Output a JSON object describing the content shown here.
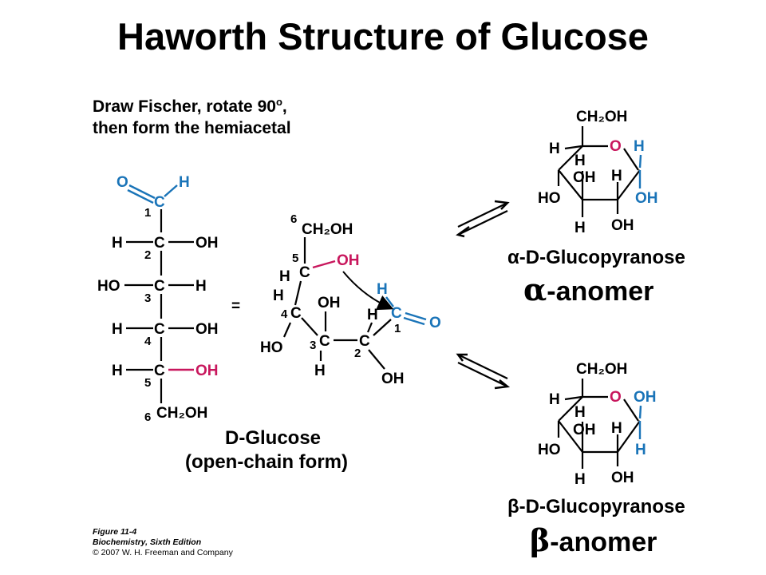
{
  "title": "Haworth Structure of Glucose",
  "instruction": {
    "line1_pre": "Draw Fischer, rotate 90",
    "line1_sup": "o",
    "line1_post": ",",
    "line2": "then form the hemiacetal"
  },
  "fischer": {
    "c1_top_o": "O",
    "c1_h": "H",
    "c1": "C",
    "rows": [
      {
        "num": "2",
        "left": "H",
        "right": "OH"
      },
      {
        "num": "3",
        "left": "HO",
        "right": "H"
      },
      {
        "num": "4",
        "left": "H",
        "right": "OH"
      },
      {
        "num": "5",
        "left": "H",
        "right": "OH"
      }
    ],
    "c6": "CH₂OH",
    "c1_num": "1",
    "c6_num": "6",
    "caption1": "D-Glucose",
    "caption2": "(open-chain form)"
  },
  "equals": "=",
  "ring_open": {
    "c6": "6",
    "ch2oh": "CH₂OH",
    "c5num": "5",
    "c5h": "H",
    "c5oh": "OH",
    "c4h": "H",
    "c4num": "4",
    "c4oh": "HO",
    "c3oh": "OH",
    "c3num": "3",
    "c3h": "H",
    "c2h": "H",
    "c2num": "2",
    "c2oh": "OH",
    "c1h": "H",
    "c1num": "1",
    "c1o": "O",
    "c": "C"
  },
  "alpha": {
    "ch2oh": "CH₂OH",
    "o": "O",
    "h_anomeric": "H",
    "oh_anomeric": "OH",
    "h1": "H",
    "h2": "H",
    "oh3": "OH",
    "h4": "H",
    "ho": "HO",
    "h5": "H",
    "oh5": "OH",
    "name_prefix": "α-D-",
    "name": "Glucopyranose",
    "anomer_symbol": "α",
    "anomer_text": "-anomer"
  },
  "beta": {
    "ch2oh": "CH₂OH",
    "o": "O",
    "oh_anomeric": "OH",
    "h_anomeric": "H",
    "h1": "H",
    "h2": "H",
    "oh3": "OH",
    "h4": "H",
    "ho": "HO",
    "h5": "H",
    "oh5": "OH",
    "name_prefix": "β-D-",
    "name": "Glucopyranose",
    "anomer_symbol": "β",
    "anomer_text": "-anomer"
  },
  "credit": {
    "line1": "Figure 11-4",
    "line2": "Biochemistry, Sixth Edition",
    "line3": "© 2007 W. H. Freeman and Company"
  },
  "colors": {
    "blue": "#1a74b8",
    "magenta": "#c8175d"
  }
}
